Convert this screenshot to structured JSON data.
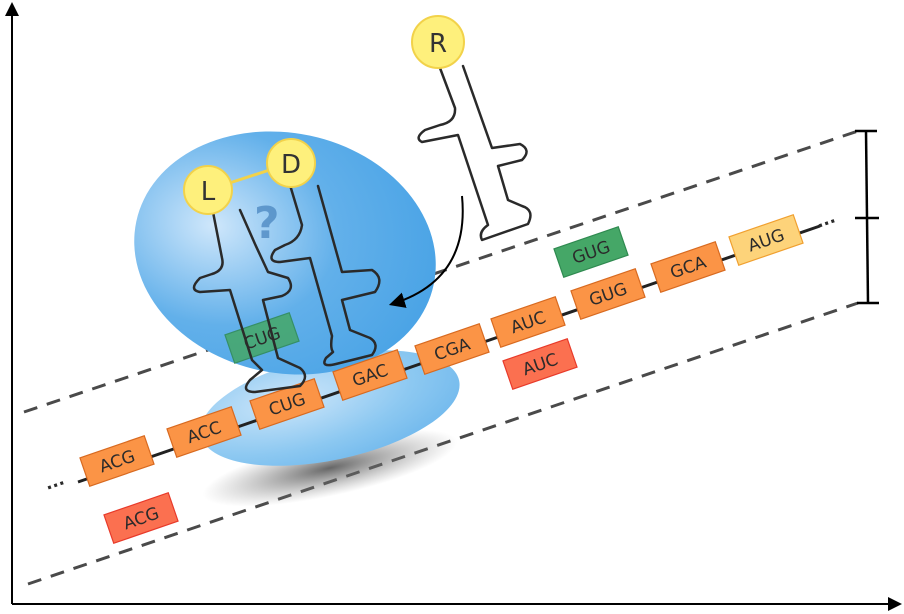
{
  "diagram": {
    "title": "Ribosome translation of mRNA codons with tRNA decoding",
    "mrna_codons": [
      "ACG",
      "ACC",
      "CUG",
      "GAC",
      "CGA",
      "AUC",
      "GUG",
      "GCA",
      "AUG"
    ],
    "mrna_ellipsis": "...",
    "alternative_codons": [
      {
        "label": "ACG",
        "kind": "red"
      },
      {
        "label": "AUC",
        "kind": "red"
      },
      {
        "label": "GUG",
        "kind": "green"
      },
      {
        "label": "CUG",
        "kind": "green"
      }
    ],
    "trna_labels": {
      "left": "L",
      "middle": "D",
      "right": "R"
    },
    "question_mark": "?",
    "colors": {
      "codon_orange": "#fb9446",
      "codon_start_yellow": "#fdd37a",
      "codon_red": "#fb7050",
      "codon_green": "#45a767",
      "ribosome_blue": "#5aaee8",
      "trna_head_yellow": "#fef07c",
      "axis": "#000000",
      "dashed": "#4a4a4a"
    }
  }
}
